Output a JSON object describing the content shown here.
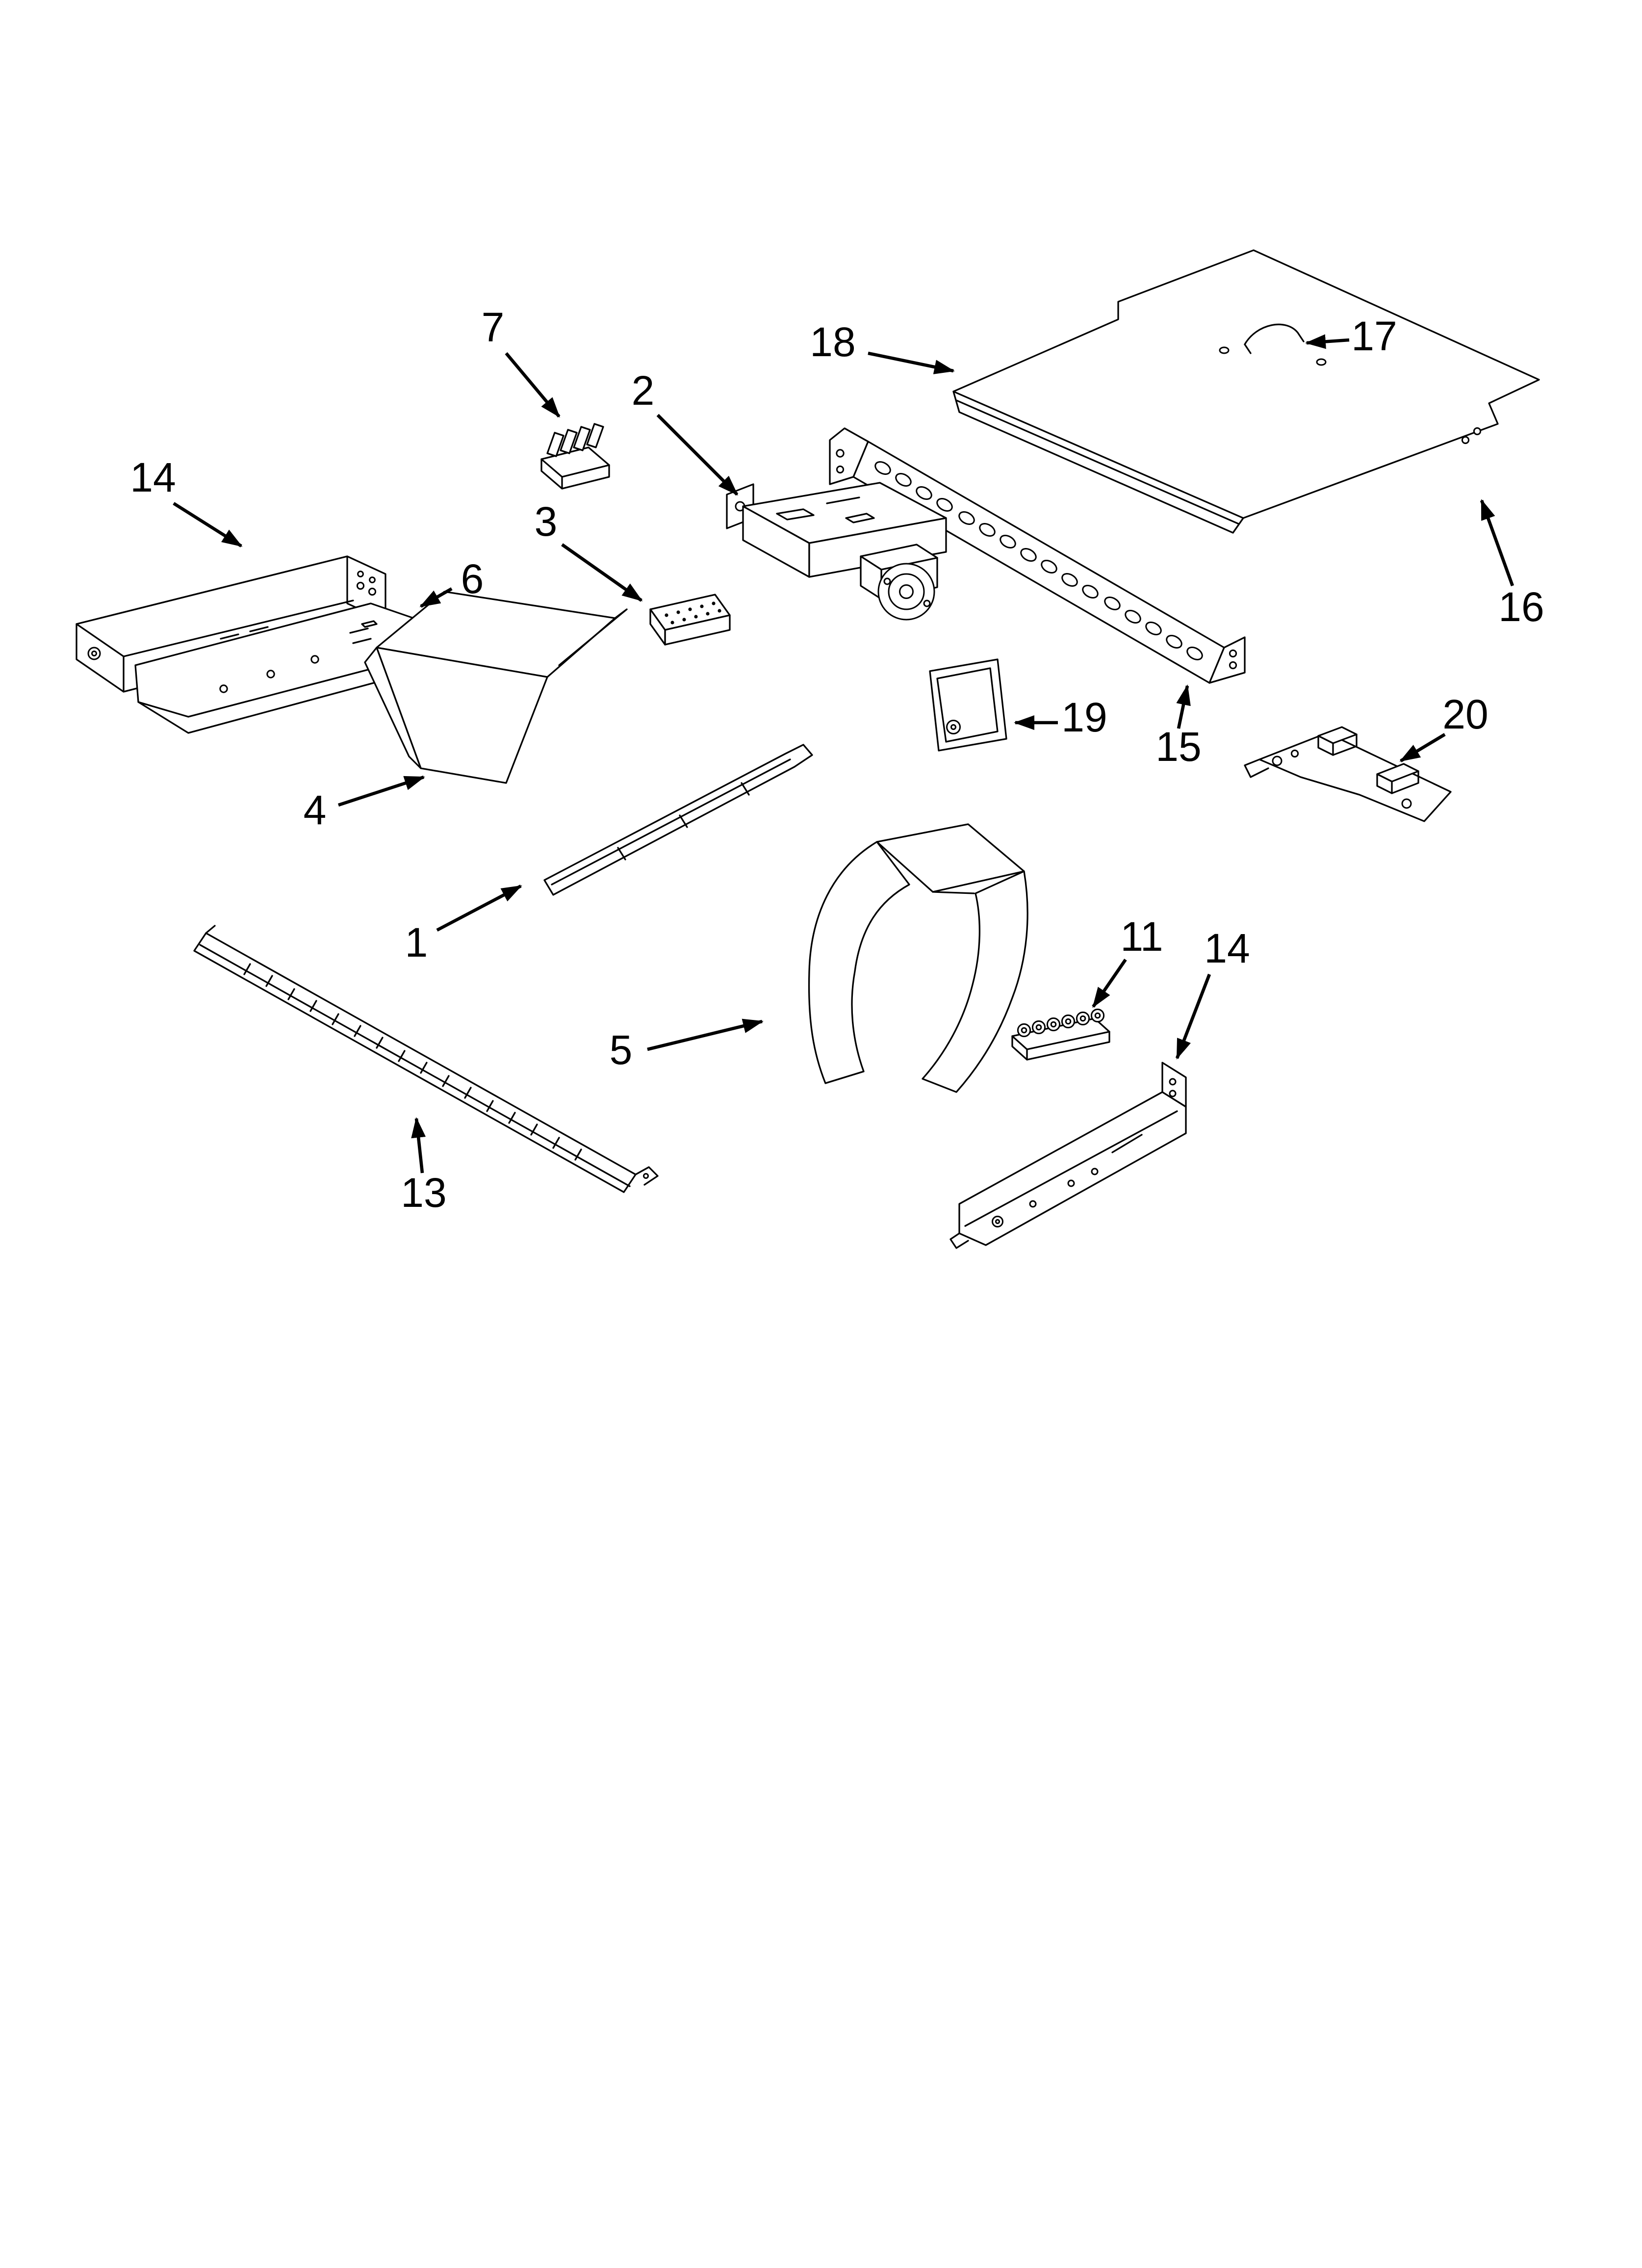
{
  "page": {
    "background_color": "#ffffff",
    "line_color": "#000000"
  },
  "diagram": {
    "kind": "exploded-parts-diagram",
    "callouts": {
      "n1": "1",
      "n2": "2",
      "n3": "3",
      "n4": "4",
      "n5": "5",
      "n6": "6",
      "n7": "7",
      "n11": "11",
      "n13": "13",
      "n14a": "14",
      "n14b": "14",
      "n15": "15",
      "n16": "16",
      "n17": "17",
      "n18": "18",
      "n19": "19",
      "n20": "20"
    }
  }
}
